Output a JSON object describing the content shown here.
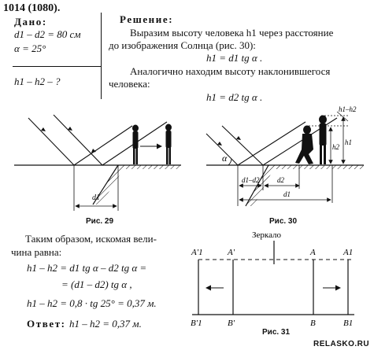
{
  "problem": {
    "number": "1014 (1080)."
  },
  "given": {
    "header": "Дано:",
    "line1": "d1 – d2 = 80 см",
    "line2": "α = 25°",
    "find": "h1 – h2 – ?"
  },
  "solution": {
    "header": "Решение:",
    "p1": "Выразим высоту человека h1 через расстояние",
    "p2": "до изображения Солнца (рис. 30):",
    "f1": "h1 = d1 tg α .",
    "p3": "Аналогично находим высоту наклонившегося",
    "p4": "человека:",
    "f2": "h1 = d2 tg α ."
  },
  "figures": {
    "fig29": {
      "caption": "Рис. 29",
      "labels": {
        "d1": "d1"
      }
    },
    "fig30": {
      "caption": "Рис. 30",
      "labels": {
        "alpha": "α",
        "d1_minus_d2": "d1–d2",
        "d2": "d2",
        "d1": "d1",
        "h1": "h1",
        "h2": "h2",
        "h1_minus_h2": "h1–h2"
      }
    },
    "fig31": {
      "caption": "Рис. 31",
      "title": "Зеркало",
      "labels": {
        "A1_prime": "A'1",
        "A_prime": "A'",
        "A": "A",
        "A1": "A1",
        "B1_prime": "B'1",
        "B_prime": "B'",
        "B": "B",
        "B1": "B1"
      }
    }
  },
  "conclusion": {
    "l1": "Таким образом, искомая вели-",
    "l2": "чина равна:",
    "eq1": "h1 – h2 = d1 tg α – d2 tg α =",
    "eq2": "= (d1 – d2) tg α ,",
    "eq3": "h1 – h2 = 0,8 · tg 25° = 0,37 м.",
    "answer_label": "Ответ:",
    "answer": "h1 – h2 = 0,37 м."
  },
  "watermark": "RELASKO.RU"
}
